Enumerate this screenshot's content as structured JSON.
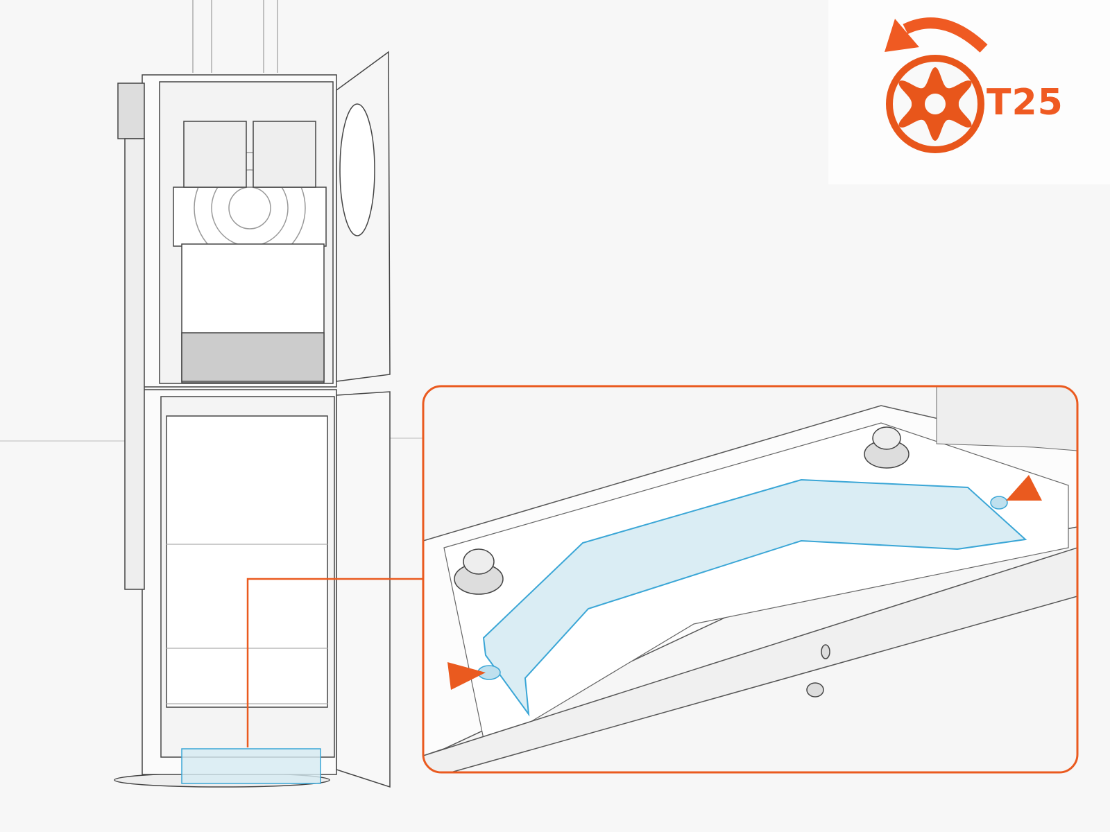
{
  "tool": {
    "bit_size": "T25",
    "icon": "torx-bit-icon",
    "rotation_icon": "counter-clockwise-arrow-icon",
    "direction": "counter-clockwise"
  },
  "colors": {
    "accent": "#ea5a1f",
    "highlight_fill": "#d6ebf3",
    "highlight_stroke": "#3aa6d6",
    "line_art": "#444444",
    "background": "#f7f7f7"
  },
  "callout": {
    "highlighted_part": "bracket",
    "pointer_icons": [
      "arrow-pointer-icon",
      "arrow-pointer-icon"
    ]
  }
}
